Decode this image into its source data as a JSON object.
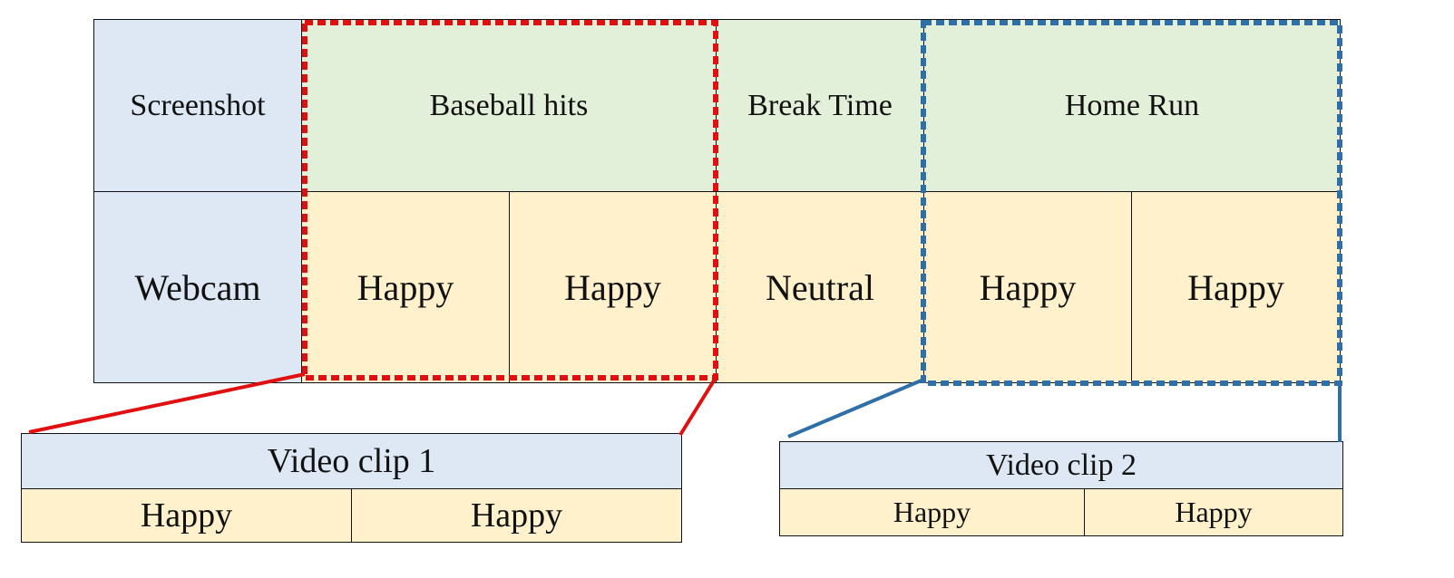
{
  "row_labels": {
    "screenshot": "Screenshot",
    "webcam": "Webcam"
  },
  "screenshot_row": {
    "baseball": "Baseball hits",
    "break": "Break Time",
    "homerun": "Home Run"
  },
  "webcam_row": [
    "Happy",
    "Happy",
    "Neutral",
    "Happy",
    "Happy"
  ],
  "clips": [
    {
      "title": "Video clip 1",
      "labels": [
        "Happy",
        "Happy"
      ],
      "color": "#e01010"
    },
    {
      "title": "Video clip 2",
      "labels": [
        "Happy",
        "Happy"
      ],
      "color": "#2e6fa8"
    }
  ],
  "colors": {
    "row_label_fill": "#dde8f4",
    "screenshot_fill": "#e2efd9",
    "webcam_fill": "#fff1cc"
  }
}
